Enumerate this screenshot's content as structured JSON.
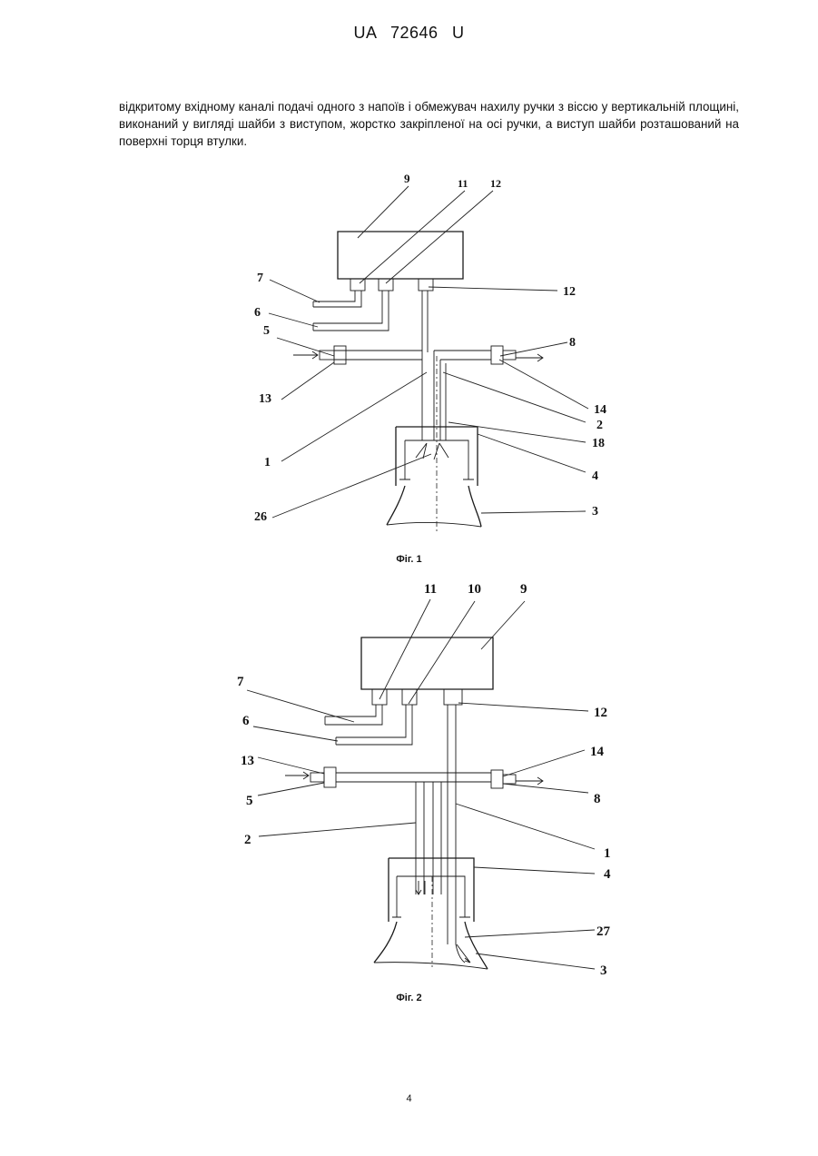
{
  "header": {
    "doc_id": "UA   72646   U"
  },
  "body_text": "відкритому вхідному каналі подачі одного з напоїв і обмежувач нахилу ручки з віссю у вертикальній площині, виконаний у вигляді шайби з виступом, жорстко закріпленої на осі ручки, а виступ шайби розташований на поверхні торця втулки.",
  "figure1": {
    "caption": "Фіг. 1",
    "labels": {
      "l9": "9",
      "l11": "11",
      "l12a": "12",
      "l7": "7",
      "l12b": "12",
      "l6": "6",
      "l5": "5",
      "l8": "8",
      "l13": "13",
      "l14": "14",
      "l2": "2",
      "l18": "18",
      "l1": "1",
      "l4": "4",
      "l26": "26",
      "l3": "3"
    }
  },
  "figure2": {
    "caption": "Фіг. 2",
    "labels": {
      "l11": "11",
      "l10": "10",
      "l9": "9",
      "l7": "7",
      "l12": "12",
      "l6": "6",
      "l13": "13",
      "l14": "14",
      "l5": "5",
      "l8": "8",
      "l2": "2",
      "l1": "1",
      "l4": "4",
      "l27": "27",
      "l3": "3"
    }
  },
  "page_number": "4"
}
